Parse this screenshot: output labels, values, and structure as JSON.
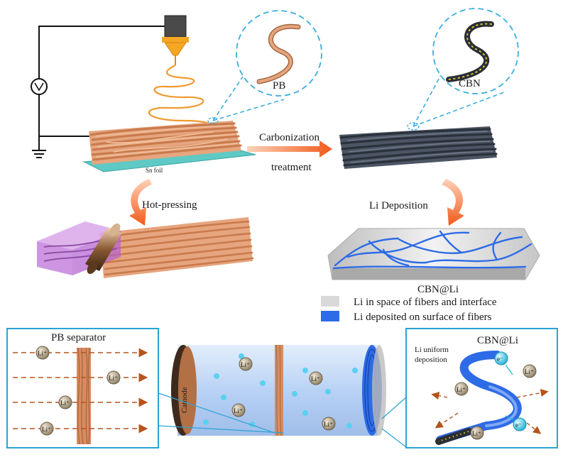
{
  "labels": {
    "pb_callout": "PB",
    "cbn_callout": "CBN",
    "sn_foil": "Sn foil",
    "carbonization_line1": "Carbonization",
    "carbonization_line2": "treatment",
    "hot_pressing": "Hot-pressing",
    "li_deposition": "Li Deposition",
    "cbn_li": "CBN@Li",
    "pb_separator": "PB separator",
    "cathode": "Cathode",
    "cbn_li_panel": "CBN@Li",
    "li_uniform_line1": "Li uniform",
    "li_uniform_line2": "deposition"
  },
  "legend": [
    {
      "label": "Li in space of fibers and interface",
      "color": "#d9d9d9"
    },
    {
      "label": "Li deposited on surface of fibers",
      "color": "#2e6be6"
    }
  ],
  "ions": {
    "li_ion": "Li⁺",
    "electron": "e⁻"
  },
  "colors": {
    "pb_fiber": "#d98b5f",
    "cbn_fiber": "#3b4552",
    "sn_foil": "#5fc9c4",
    "callout_dash": "#3aaee0",
    "arrow_orange": "#f06a2a",
    "panel_border": "#29a3d6",
    "cell_body": "#c8dcf7",
    "li_blue": "#2e6be6"
  }
}
